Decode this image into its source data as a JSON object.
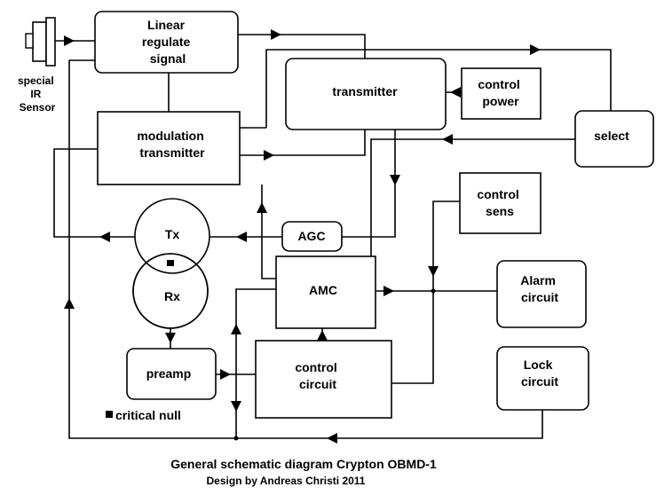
{
  "blocks": {
    "linear_regulate": [
      "Linear",
      "regulate",
      "signal"
    ],
    "transmitter": "transmitter",
    "control_power": [
      "control",
      "power"
    ],
    "modulation_transmitter": [
      "modulation",
      "transmitter"
    ],
    "select": "select",
    "control_sens": [
      "control",
      "sens"
    ],
    "agc": "AGC",
    "tx": "Tx",
    "rx": "Rx",
    "amc": "AMC",
    "alarm_circuit": [
      "Alarm",
      "circuit"
    ],
    "preamp": "preamp",
    "control_circuit": [
      "control",
      "circuit"
    ],
    "lock_circuit": [
      "Lock",
      "circuit"
    ]
  },
  "sensor_label": [
    "special",
    "IR",
    "Sensor"
  ],
  "legend": {
    "critical_null": "critical null"
  },
  "caption": {
    "title": "General schematic diagram Crypton OBMD-1",
    "credit": "Design by Andreas Christi 2011"
  }
}
